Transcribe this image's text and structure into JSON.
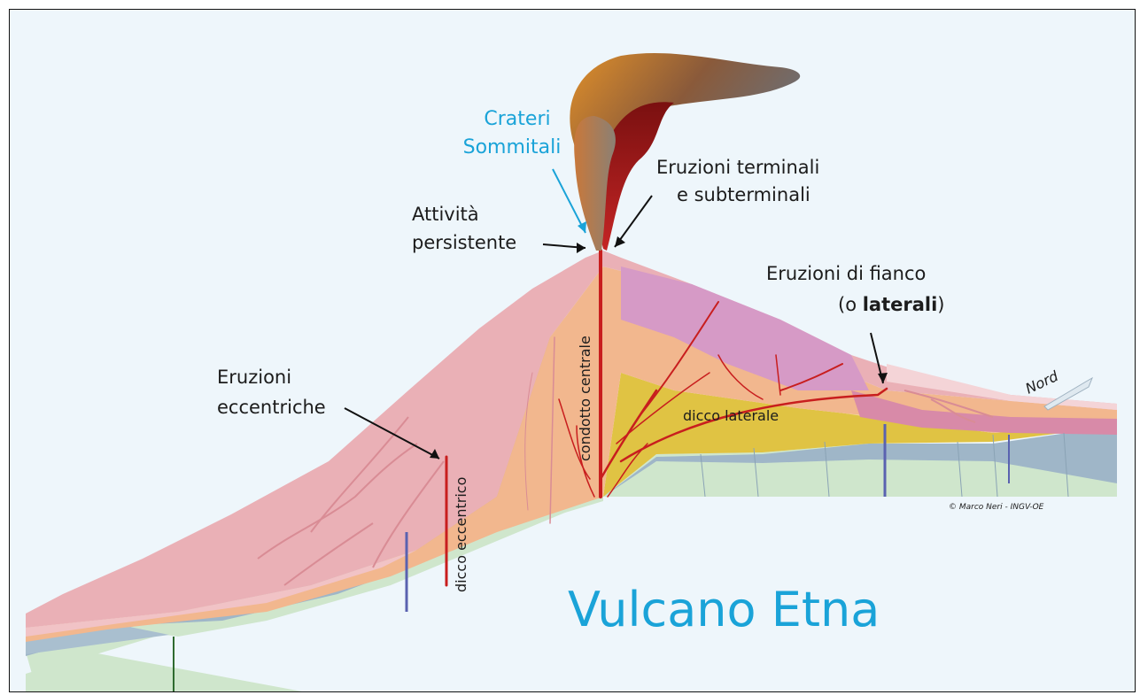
{
  "labels": {
    "crateri_l1": "Crateri",
    "crateri_l2": "Sommitali",
    "terminali_l1": "Eruzioni terminali",
    "terminali_l2": "e subterminali",
    "persistente_l1": "Attività",
    "persistente_l2": "persistente",
    "fianco_l1": "Eruzioni di fianco",
    "fianco_l2_pre": "(o ",
    "fianco_l2_bold": "laterali",
    "fianco_l2_post": ")",
    "eccentriche_l1": "Eruzioni",
    "eccentriche_l2": "eccentriche",
    "dicco_eccentrico": "dicco eccentrico",
    "condotto_centrale": "condotto centrale",
    "dicco_laterale": "dicco laterale",
    "nord": "Nord",
    "credit": "© Marco Neri - INGV-OE",
    "title": "Vulcano Etna"
  },
  "colors": {
    "background": "#eef6fb",
    "title_blue": "#1aa3d8",
    "magma_red": "#c81e1e",
    "surface_pink": "#eab0b6",
    "sediment_yellow": "#e0c343",
    "basement_blue": "#9fb6c8",
    "base_green": "#cfe6cc"
  }
}
